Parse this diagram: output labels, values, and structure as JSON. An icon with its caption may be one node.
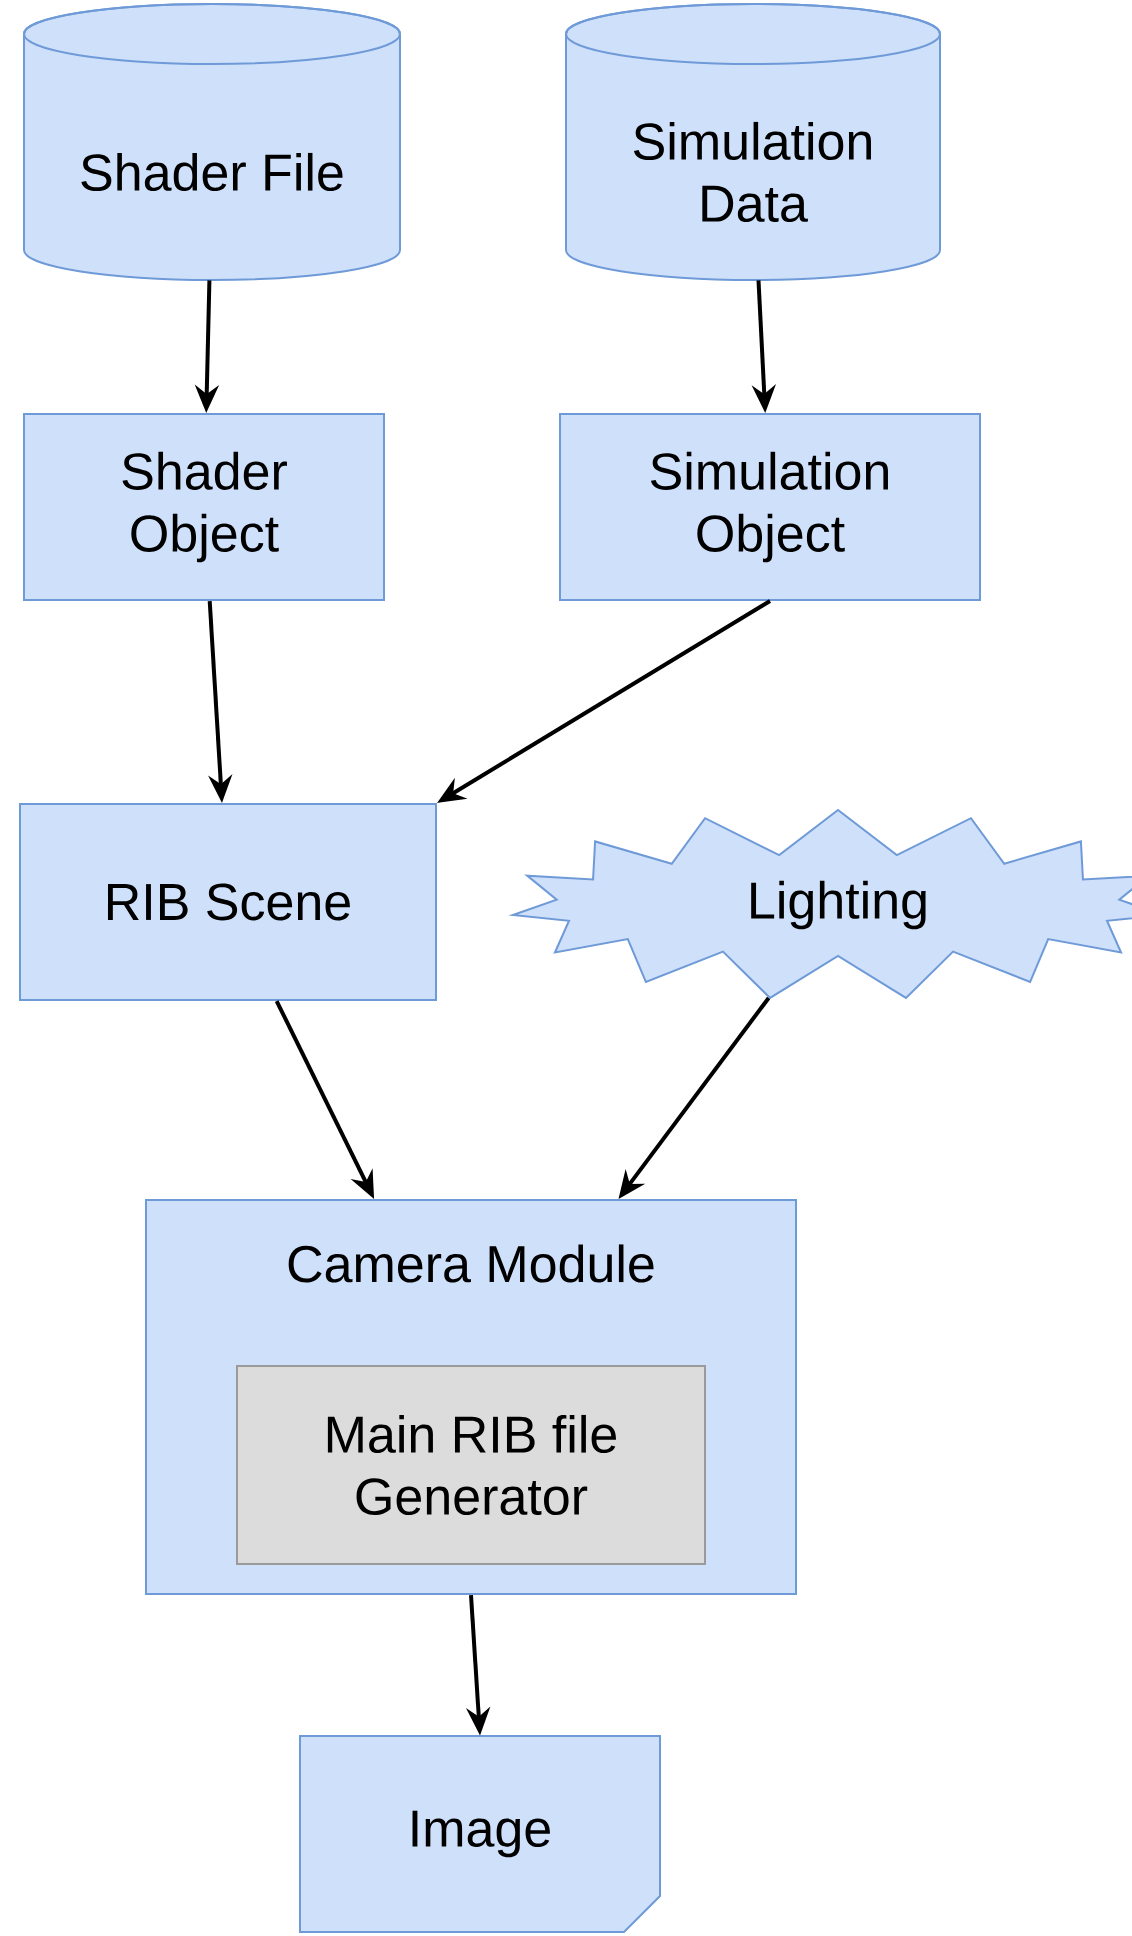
{
  "diagram": {
    "nodes": [
      {
        "text": [
          "Shader File"
        ]
      },
      {
        "text": [
          "Simulation Data"
        ]
      },
      {
        "text": [
          "Shader Object"
        ]
      },
      {
        "text": [
          "Simulation Object"
        ]
      },
      {
        "text": [
          "RIB Scene"
        ]
      },
      {
        "text": [
          "Lighting"
        ]
      },
      {
        "text": [
          "Camera Module"
        ]
      },
      {
        "text": [
          "Main RIB file Generator"
        ],
        "in": 6
      },
      {
        "text": [
          "Image"
        ]
      }
    ],
    "edges": [
      {
        "from": 0,
        "to": 2,
        "arrow": "to"
      },
      {
        "from": 1,
        "to": 3,
        "arrow": "to"
      },
      {
        "from": 2,
        "to": 4,
        "arrow": "to"
      },
      {
        "from": 3,
        "to": 4,
        "arrow": "to"
      },
      {
        "from": 4,
        "to": 6,
        "arrow": "to"
      },
      {
        "from": 5,
        "to": 6,
        "arrow": "to"
      },
      {
        "from": 6,
        "to": 8,
        "arrow": "to"
      }
    ]
  }
}
